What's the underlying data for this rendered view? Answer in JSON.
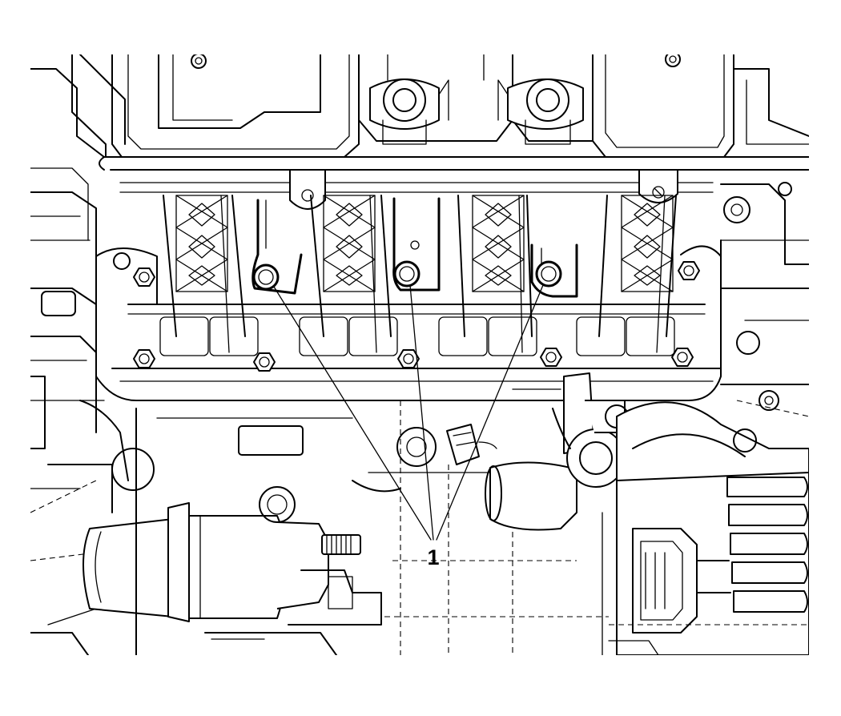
{
  "diagram": {
    "callouts": [
      {
        "label": "1",
        "target": "intake-manifold-bolts"
      }
    ],
    "icons": {
      "bolt": "bolt-icon",
      "leader": "leader-line"
    }
  }
}
